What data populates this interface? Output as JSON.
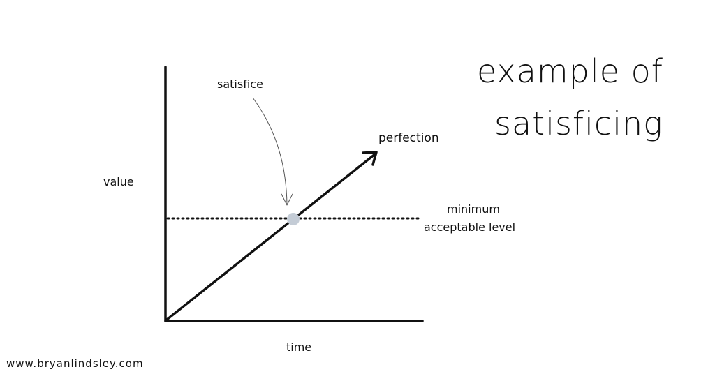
{
  "title": {
    "line1": "example of",
    "line2": "satisficing"
  },
  "labels": {
    "satisfice": "satisfice",
    "perfection": "perfection",
    "value": "value",
    "time": "time",
    "min_line1": "minimum",
    "min_line2": "acceptable level"
  },
  "footer": {
    "website": "www.bryanlindsley.com"
  },
  "colors": {
    "ink": "#111111",
    "marker": "#c4ccd6",
    "curve": "#555555"
  }
}
